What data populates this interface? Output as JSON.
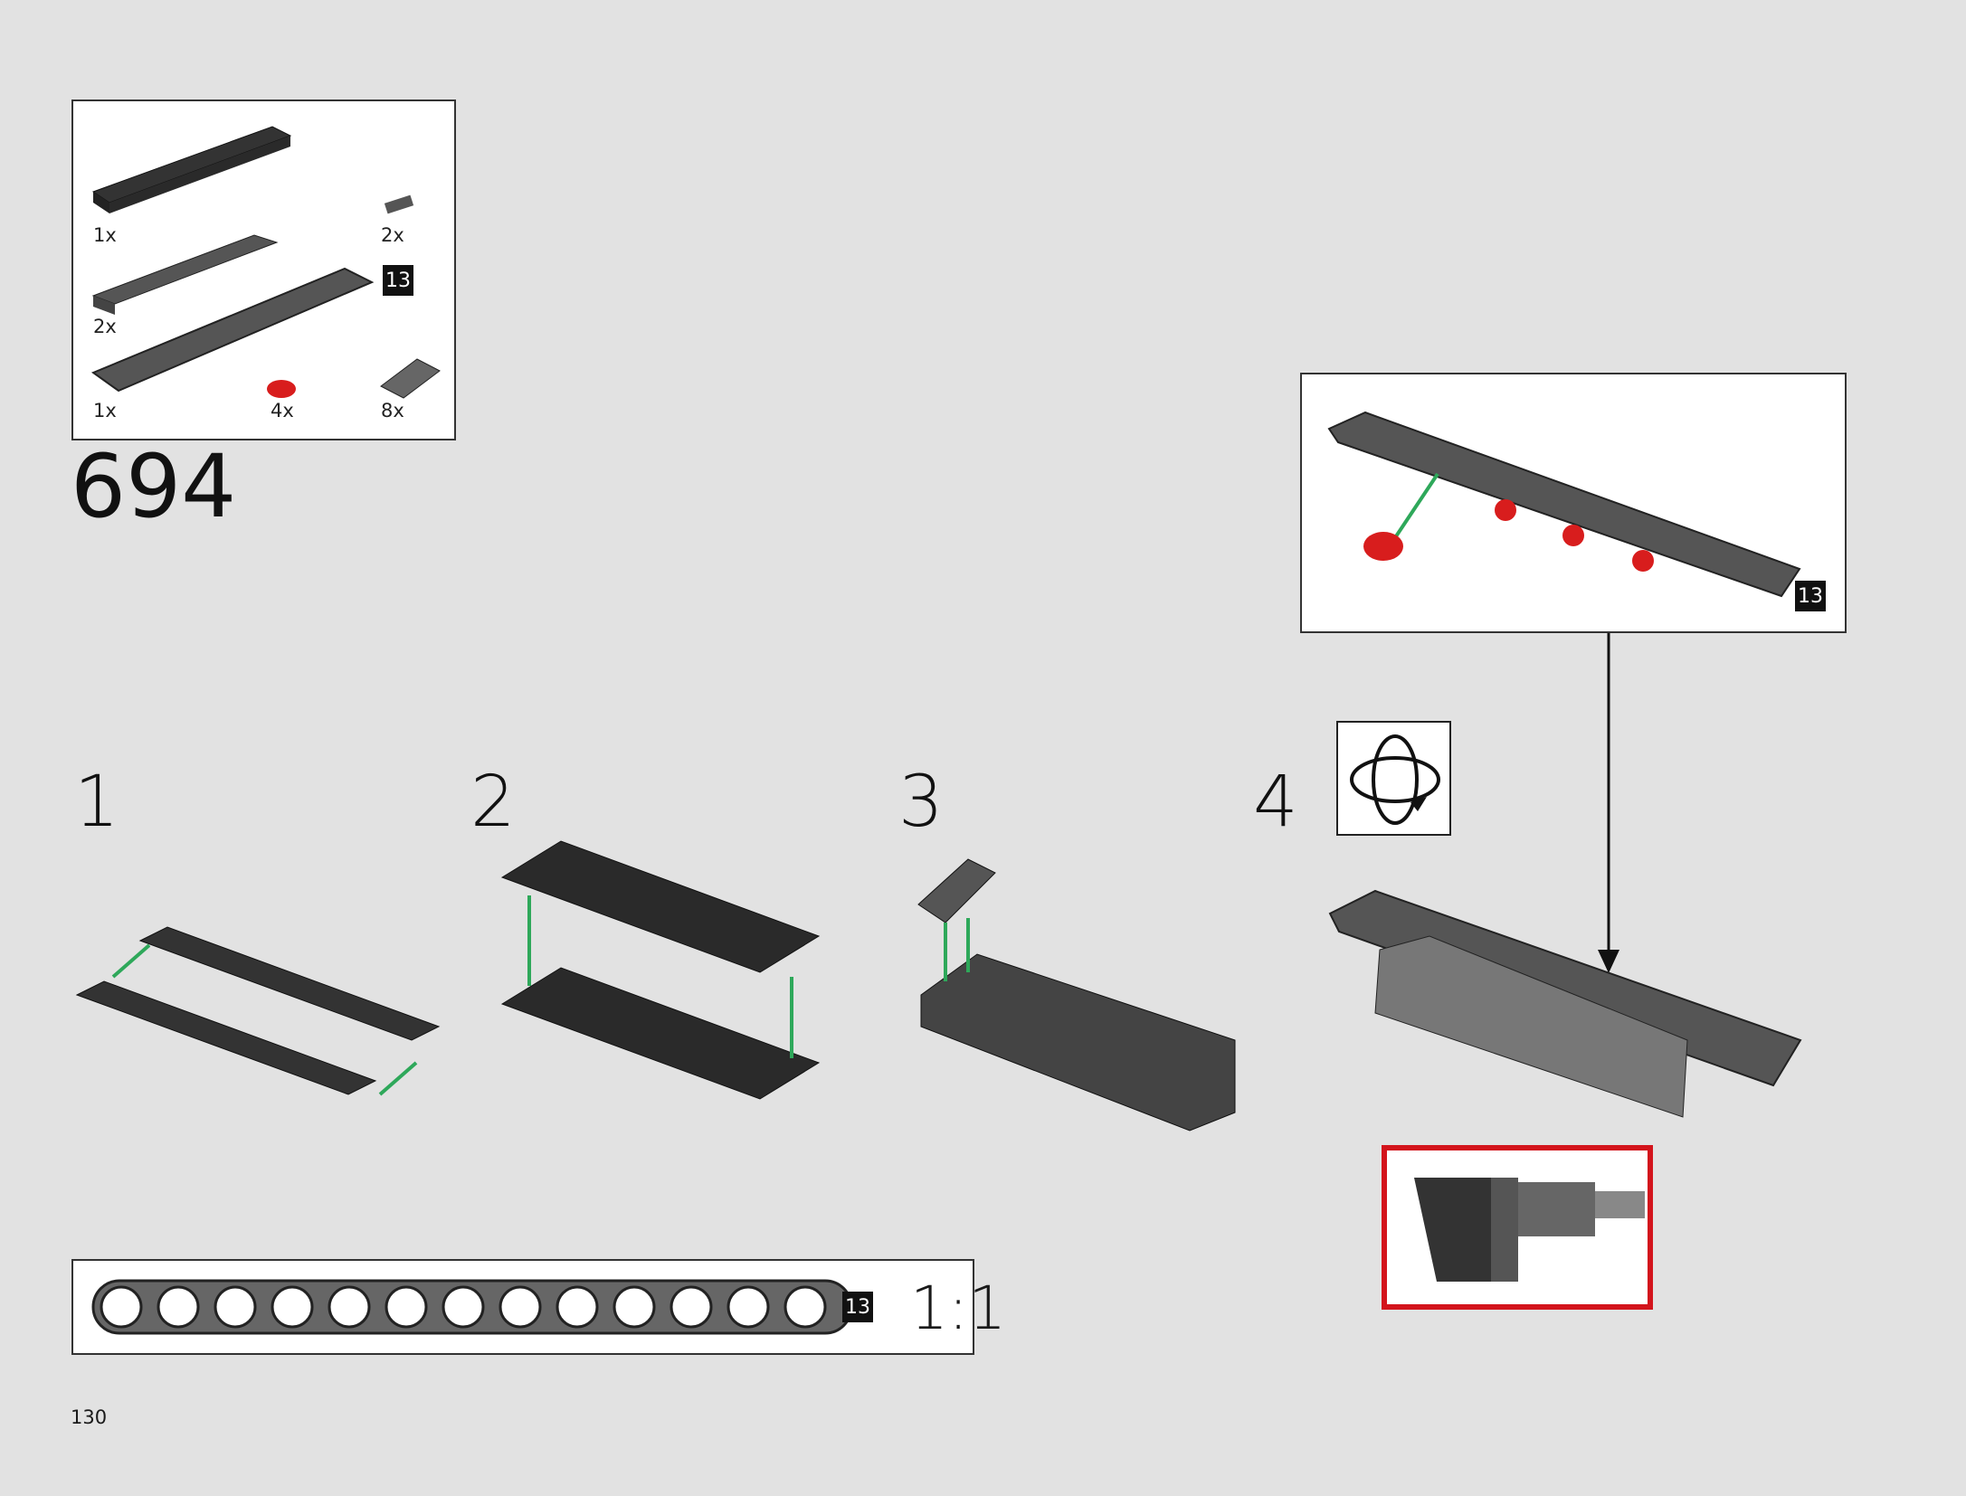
{
  "main_step": "694",
  "page_number": "130",
  "parts": [
    {
      "name": "plate-2x8",
      "qty": "1x"
    },
    {
      "name": "axle-connector",
      "qty": "2x"
    },
    {
      "name": "plate-1x8",
      "qty": "2x"
    },
    {
      "name": "beam-13",
      "qty": "1x",
      "badge": "13"
    },
    {
      "name": "pin-red",
      "qty": "4x"
    },
    {
      "name": "slope-grille",
      "qty": "8x"
    }
  ],
  "substeps": [
    {
      "label": "1"
    },
    {
      "label": "2"
    },
    {
      "label": "3"
    },
    {
      "label": "4"
    }
  ],
  "callout_badge": "13",
  "scale_ruler": {
    "badge": "13",
    "scale": "1:1",
    "holes": 13
  },
  "colors": {
    "green_arrow": "#2ea85a",
    "red_part": "#d81d1d",
    "highlight_border": "#d3141c"
  },
  "icons": [
    "rotate-icon"
  ]
}
